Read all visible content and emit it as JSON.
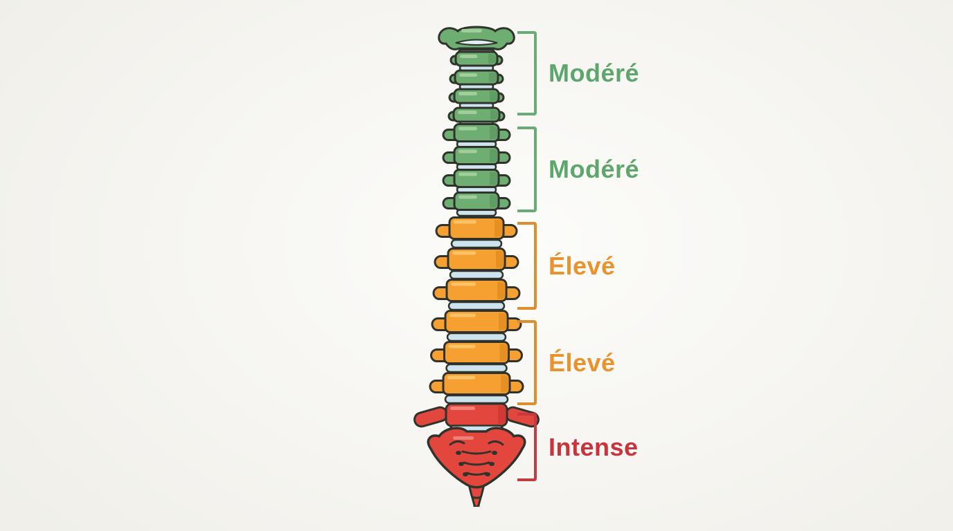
{
  "sections": [
    {
      "id": "cervical-upper",
      "label": "Modéré",
      "color": "#5ea76c",
      "bracket_color": "#68ab74"
    },
    {
      "id": "cervical-lower",
      "label": "Modéré",
      "color": "#5ea76c",
      "bracket_color": "#68ab74"
    },
    {
      "id": "thoracic",
      "label": "Élevé",
      "color": "#e8932e",
      "bracket_color": "#df8e2d"
    },
    {
      "id": "lumbar",
      "label": "Élevé",
      "color": "#e8932e",
      "bracket_color": "#df8e2d"
    },
    {
      "id": "sacrum",
      "label": "Intense",
      "color": "#cb333b",
      "bracket_color": "#c43a40"
    }
  ],
  "spine": {
    "outline_color": "#2f332b",
    "disc_color": "#cde4ef",
    "disc_light": "#e2f0f6",
    "palette": {
      "green": {
        "fill": "#6fae72",
        "shade": "#4c8a54",
        "highlight": "#a6d1a0"
      },
      "orange": {
        "fill": "#f5a030",
        "shade": "#d57d15",
        "highlight": "#fbc76f"
      },
      "red": {
        "fill": "#e2463d",
        "shade": "#b92d2d",
        "highlight": "#f28b80"
      }
    }
  }
}
